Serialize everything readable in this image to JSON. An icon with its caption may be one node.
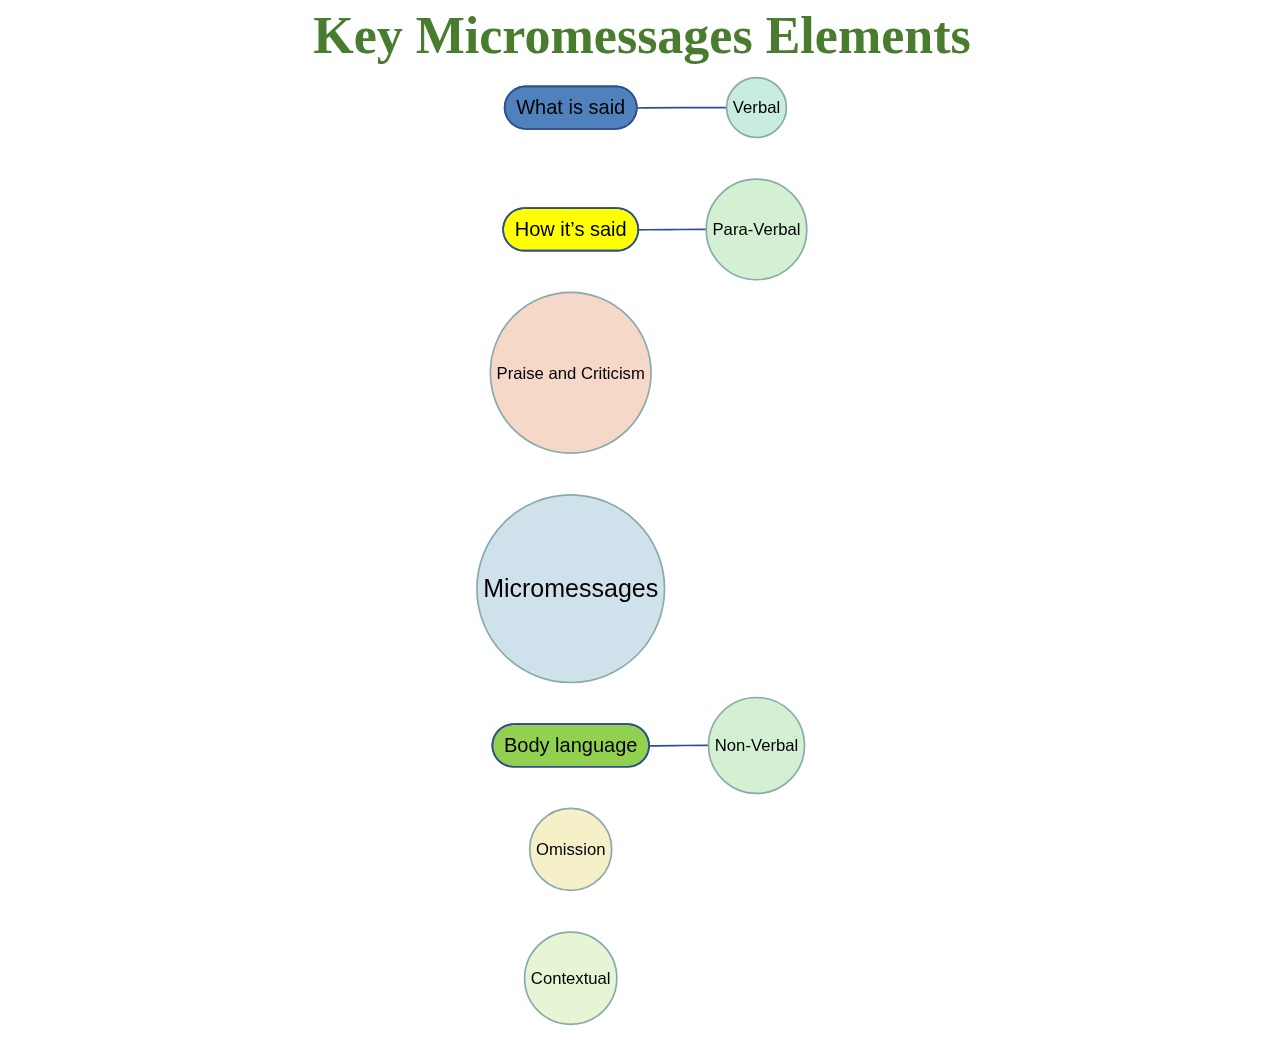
{
  "diagram": {
    "title": "Key Micromessages Elements",
    "nodes": [
      {
        "text": [
          "What is said"
        ]
      },
      {
        "text": [
          "Verbal"
        ]
      },
      {
        "text": [
          "How it’s said"
        ]
      },
      {
        "text": [
          "Praise and Criticism"
        ]
      },
      {
        "text": [
          "Para-Verbal"
        ]
      },
      {
        "text": [
          "Micromessages"
        ]
      },
      {
        "text": [
          "Body language"
        ]
      },
      {
        "text": [
          "Omission"
        ]
      },
      {
        "text": [
          "Non-Verbal"
        ]
      },
      {
        "text": [
          "Contextual"
        ]
      }
    ],
    "edges": [
      {
        "from": 0,
        "to": 1,
        "arrow": "none"
      },
      {
        "from": 2,
        "to": 4,
        "arrow": "none"
      },
      {
        "from": 6,
        "to": 8,
        "arrow": "none"
      }
    ]
  }
}
